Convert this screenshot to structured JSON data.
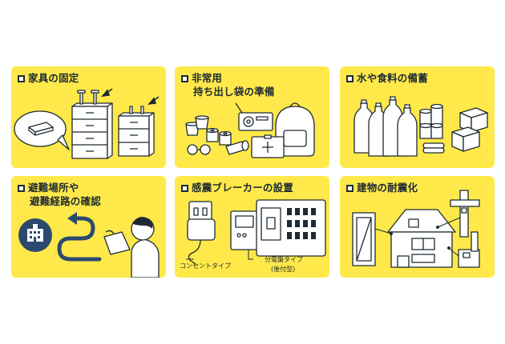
{
  "cards": [
    {
      "title": "家具の固定"
    },
    {
      "title_line1": "非常用",
      "title_line2": "持ち出し袋の準備"
    },
    {
      "title": "水や食料の備蓄"
    },
    {
      "title_line1": "避難場所や",
      "title_line2": "避難経路の確認"
    },
    {
      "title": "感震ブレーカーの設置",
      "label_outlet": "コンセントタイプ",
      "label_panel_1": "分電盤タイプ",
      "label_panel_2": "(後付型)"
    },
    {
      "title": "建物の耐震化"
    }
  ],
  "colors": {
    "card": "#ffe94a",
    "ink": "#1e2a33",
    "accent": "#2c4a6e",
    "line": "#3c4b56"
  }
}
